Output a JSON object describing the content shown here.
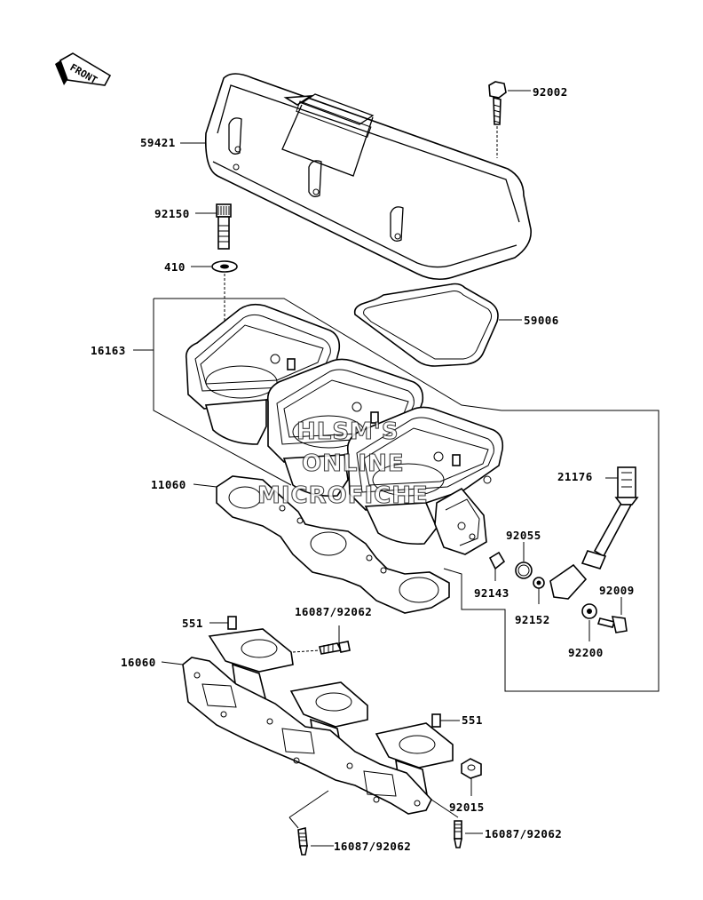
{
  "front_label": "FRONT",
  "watermark": [
    "HLSM'S",
    "ONLINE",
    "MICROFICHE"
  ],
  "parts": {
    "p92002": "92002",
    "p59421": "59421",
    "p92150": "92150",
    "p410": "410",
    "p59006": "59006",
    "p16163": "16163",
    "p21176": "21176",
    "p11060": "11060",
    "p92055": "92055",
    "p92143": "92143",
    "p92152": "92152",
    "p92009": "92009",
    "p92200": "92200",
    "p551_top": "551",
    "p16087_top": "16087/92062",
    "p16060": "16060",
    "p551_bottom": "551",
    "p92015": "92015",
    "p16087_bottom_left": "16087/92062",
    "p16087_bottom_right": "16087/92062"
  }
}
